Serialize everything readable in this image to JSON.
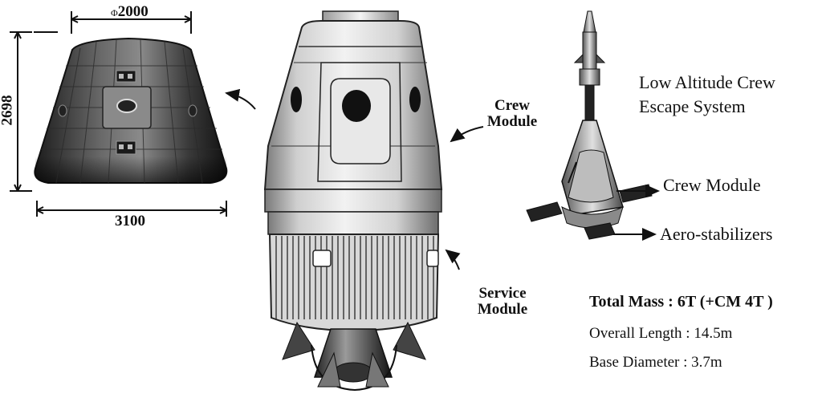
{
  "dimensions": {
    "top_width": "2000",
    "top_width_symbol": "Φ",
    "height": "2698",
    "base_width": "3100"
  },
  "labels": {
    "crew_module_line1": "Crew",
    "crew_module_line2": "Module",
    "service_module_line1": "Service",
    "service_module_line2": "Module",
    "escape_system_line1": "Low Altitude Crew",
    "escape_system_line2": "Escape System",
    "escape_crew_module": "Crew Module",
    "aero_stabilizers": "Aero-stabilizers"
  },
  "specs": {
    "total_mass": "Total Mass : 6T (+CM 4T )",
    "overall_length": "Overall Length : 14.5m",
    "base_diameter": "Base Diameter : 3.7m"
  }
}
